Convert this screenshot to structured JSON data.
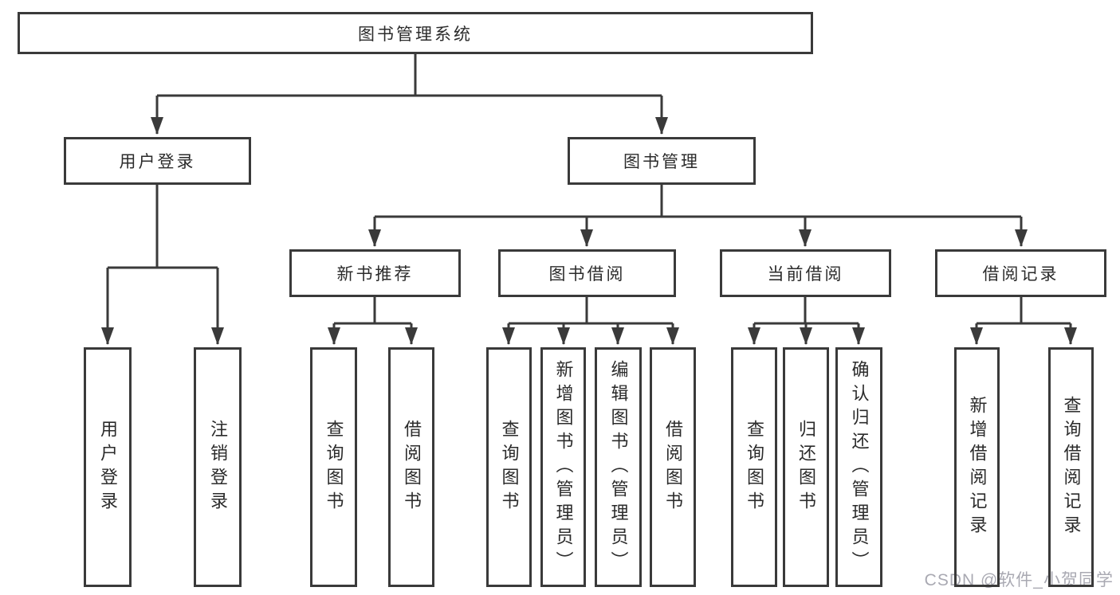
{
  "diagram": {
    "watermark": "CSDN @软件_小贺同学",
    "colors": {
      "line": "#3a3a3a",
      "border": "#3a3a3a",
      "text": "#2b2b2b",
      "background": "#ffffff",
      "watermark_text": "#a9a9b2"
    },
    "nodes": {
      "root": {
        "label": "图书管理系统"
      },
      "user_login": {
        "label": "用户登录"
      },
      "book_mgmt": {
        "label": "图书管理"
      },
      "new_book_rec": {
        "label": "新书推荐"
      },
      "book_borrow": {
        "label": "图书借阅"
      },
      "current_borrow": {
        "label": "当前借阅"
      },
      "borrow_records": {
        "label": "借阅记录"
      },
      "leaf_user_login": {
        "label": "用户登录"
      },
      "leaf_logout": {
        "label": "注销登录"
      },
      "rec_query_books": {
        "label": "查询图书"
      },
      "rec_borrow_books": {
        "label": "借阅图书"
      },
      "bb_query_books": {
        "label": "查询图书"
      },
      "bb_add_books": {
        "label": "新增图书（管理员）"
      },
      "bb_edit_books": {
        "label": "编辑图书（管理员）"
      },
      "bb_borrow_books": {
        "label": "借阅图书"
      },
      "cb_query_books": {
        "label": "查询图书"
      },
      "cb_return_books": {
        "label": "归还图书"
      },
      "cb_confirm_return": {
        "label": "确认归还（管理员）"
      },
      "br_add_record": {
        "label": "新增借阅记录"
      },
      "br_query_record": {
        "label": "查询借阅记录"
      }
    },
    "hierarchy_note": {
      "root_children": "用户登录, 图书管理",
      "user_login_children": "用户登录, 注销登录",
      "book_mgmt_children": "新书推荐, 图书借阅, 当前借阅, 借阅记录",
      "new_book_rec_children": "查询图书, 借阅图书",
      "book_borrow_children": "查询图书, 新增图书（管理员）, 编辑图书（管理员）, 借阅图书",
      "current_borrow_children": "查询图书, 归还图书, 确认归还（管理员）",
      "borrow_records_children": "新增借阅记录, 查询借阅记录"
    }
  }
}
